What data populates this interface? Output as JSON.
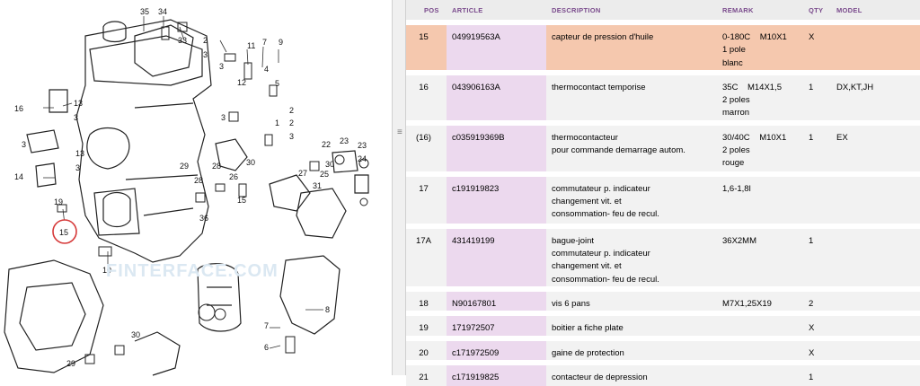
{
  "diagram": {
    "watermark": "FINTERFACE.COM",
    "highlighted_label": "15",
    "callouts": [
      "35",
      "34",
      "33",
      "2",
      "3",
      "11",
      "7",
      "9",
      "3",
      "4",
      "5",
      "12",
      "3",
      "13",
      "3",
      "16",
      "13",
      "3",
      "3",
      "2",
      "1",
      "2",
      "14",
      "3",
      "23",
      "23",
      "22",
      "24",
      "30",
      "30",
      "28",
      "27",
      "25",
      "28",
      "29",
      "31",
      "26",
      "15",
      "36",
      "10",
      "19",
      "8",
      "7",
      "6",
      "30",
      "29"
    ]
  },
  "table": {
    "headers": {
      "pos": "POS",
      "article": "ARTICLE",
      "description": "DESCRIPTION",
      "remark": "REMARK",
      "qty": "QTY",
      "model": "MODEL"
    },
    "rows": [
      {
        "pos": "15",
        "article": "049919563A",
        "description": [
          "capteur de pression d'huile"
        ],
        "remark": [
          "0-180C    M10X1",
          "1 pole",
          "blanc"
        ],
        "qty": "X",
        "model": "",
        "highlight": true
      },
      {
        "pos": "16",
        "article": "043906163A",
        "description": [
          "thermocontact temporise"
        ],
        "remark": [
          "35C    M14X1,5",
          "2 poles",
          "marron"
        ],
        "qty": "1",
        "model": "DX,KT,JH",
        "highlight": false
      },
      {
        "pos": "(16)",
        "article": "c035919369B",
        "description": [
          "thermocontacteur",
          "pour commande demarrage autom."
        ],
        "remark": [
          "30/40C    M10X1",
          "2 poles",
          "rouge"
        ],
        "qty": "1",
        "model": "EX",
        "highlight": false
      },
      {
        "pos": "17",
        "article": "c191919823",
        "description": [
          "commutateur p. indicateur",
          "changement vit. et",
          "consommation- feu de recul."
        ],
        "remark": [
          "1,6-1,8l"
        ],
        "qty": "",
        "model": "",
        "highlight": false
      },
      {
        "pos": "17A",
        "article": "431419199",
        "description": [
          "bague-joint",
          "commutateur p. indicateur",
          "changement vit. et",
          "consommation- feu de recul."
        ],
        "remark": [
          "36X2MM"
        ],
        "qty": "1",
        "model": "",
        "highlight": false
      },
      {
        "pos": "18",
        "article": "N90167801",
        "description": [
          "vis 6 pans"
        ],
        "remark": [
          "M7X1,25X19"
        ],
        "qty": "2",
        "model": "",
        "highlight": false
      },
      {
        "pos": "19",
        "article": "171972507",
        "description": [
          "boitier a fiche plate"
        ],
        "remark": [
          ""
        ],
        "qty": "X",
        "model": "",
        "highlight": false
      },
      {
        "pos": "20",
        "article": "c171972509",
        "description": [
          "gaine de protection"
        ],
        "remark": [
          ""
        ],
        "qty": "X",
        "model": "",
        "highlight": false
      },
      {
        "pos": "21",
        "article": "c171919825",
        "description": [
          "contacteur de depression"
        ],
        "remark": [
          ""
        ],
        "qty": "1",
        "model": "",
        "highlight": false
      }
    ]
  },
  "colors": {
    "highlight_row": "#f5c8ae",
    "article_column": "#ecd9ee",
    "header_text": "#7a4b8c",
    "row_bg": "#f2f2f2",
    "callout_circle": "#d63a3a"
  }
}
